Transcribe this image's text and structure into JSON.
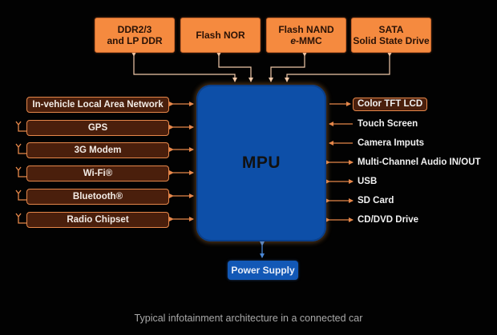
{
  "diagram": {
    "caption": "Typical infotainment architecture in a connected car",
    "center": {
      "label": "MPU"
    },
    "memory": [
      {
        "line1": "DDR2/3",
        "line2": "and LP DDR"
      },
      {
        "line1": "Flash NOR",
        "line2": ""
      },
      {
        "line1": "Flash NAND",
        "line2_prefix": "e",
        "line2": "-MMC"
      },
      {
        "line1": "SATA",
        "line2": "Solid State Drive"
      }
    ],
    "connectivity": [
      {
        "label": "In-vehicle Local Area Network",
        "antenna": false
      },
      {
        "label": "GPS",
        "antenna": true
      },
      {
        "label": "3G Modem",
        "antenna": true
      },
      {
        "label": "Wi-Fi®",
        "antenna": true
      },
      {
        "label": "Bluetooth®",
        "antenna": true
      },
      {
        "label": "Radio Chipset",
        "antenna": true
      }
    ],
    "peripherals": [
      {
        "label": "Color TFT LCD",
        "direction": "out",
        "boxed": true
      },
      {
        "label": "Touch Screen",
        "direction": "in",
        "boxed": false
      },
      {
        "label": "Camera Imputs",
        "direction": "in",
        "boxed": false
      },
      {
        "label": "Multi-Channel Audio IN/OUT",
        "direction": "both",
        "boxed": false
      },
      {
        "label": "USB",
        "direction": "both",
        "boxed": false
      },
      {
        "label": "SD Card",
        "direction": "both",
        "boxed": false
      },
      {
        "label": "CD/DVD Drive",
        "direction": "both",
        "boxed": false
      }
    ],
    "power": {
      "label": "Power Supply"
    },
    "colors": {
      "background": "#020202",
      "memory_fill": "#f58a3f",
      "io_fill": "#4a1f0c",
      "io_border": "#e6874a",
      "mpu_fill": "#0d4fa8",
      "power_fill": "#1258b6",
      "wire": "#f0b890"
    }
  }
}
